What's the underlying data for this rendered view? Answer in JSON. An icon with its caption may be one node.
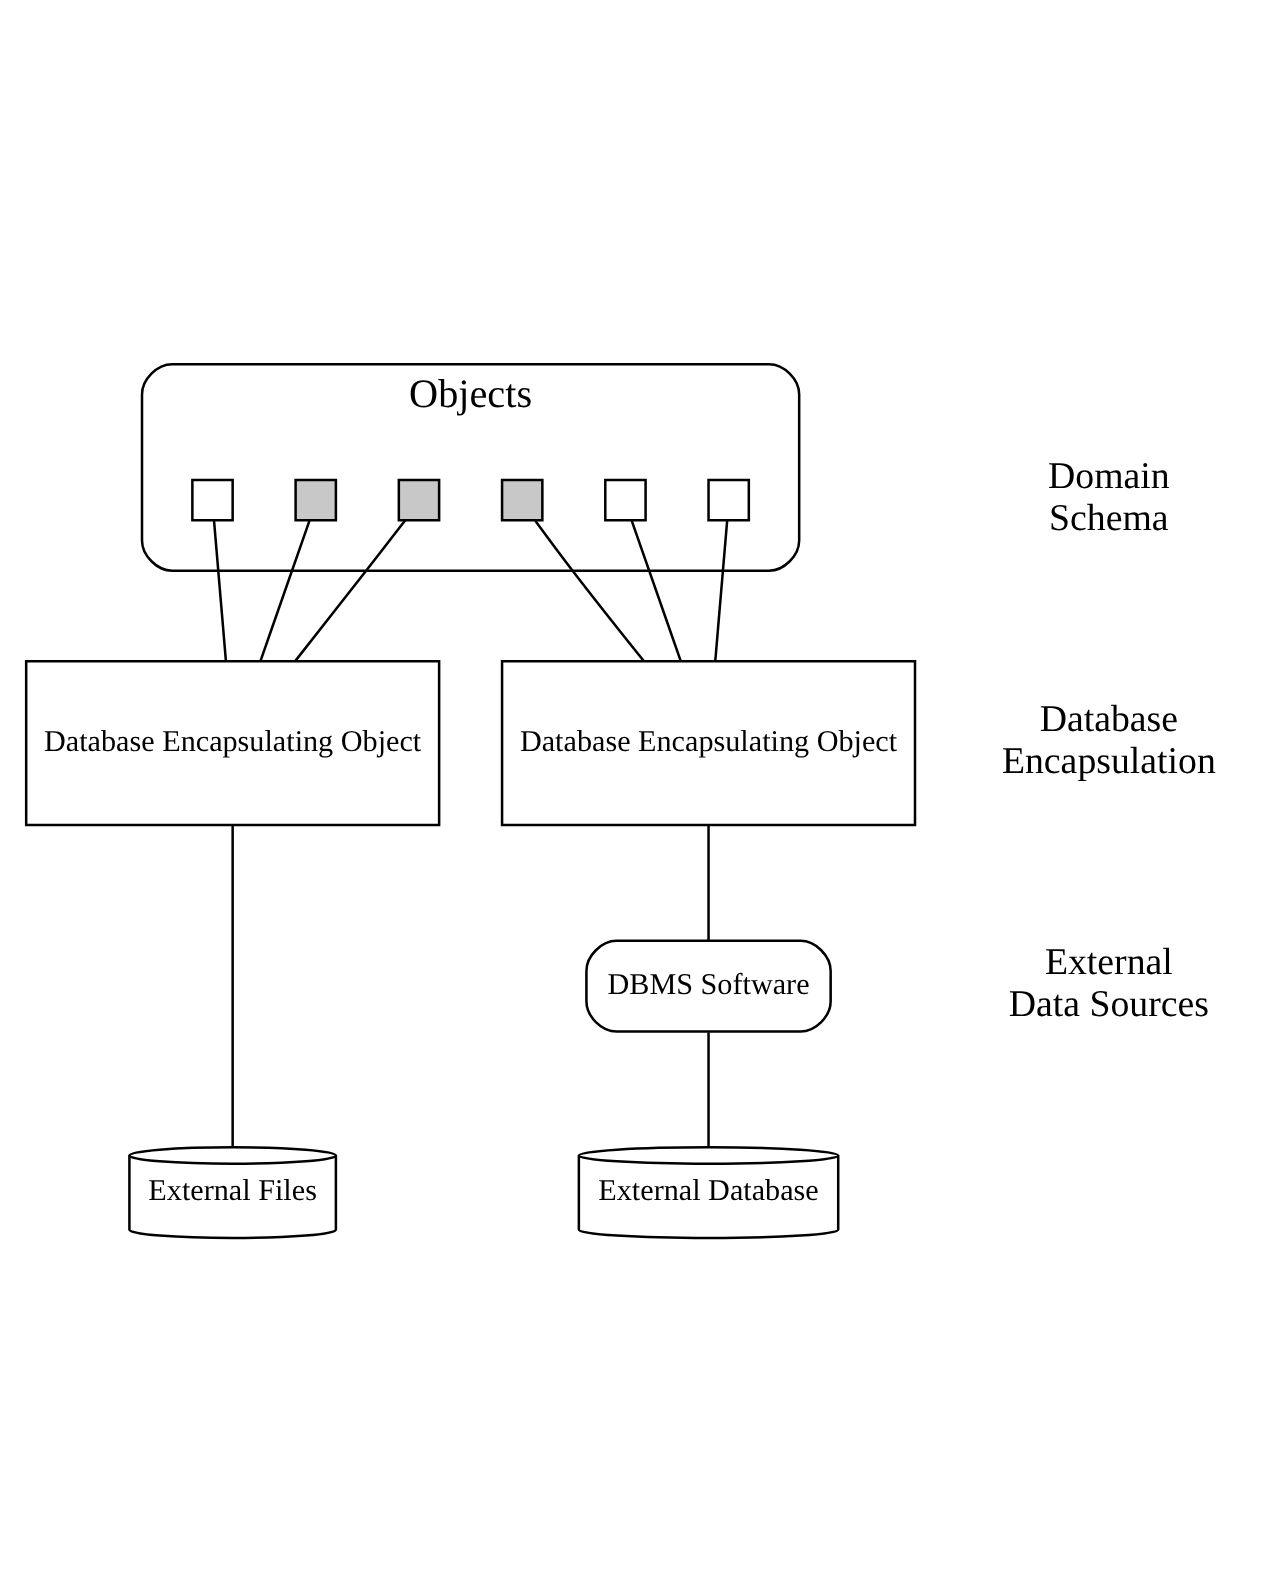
{
  "diagram": {
    "nodes": [
      {
        "text": [
          "Objects"
        ]
      },
      {
        "text": [],
        "shape": "box",
        "in": 0
      },
      {
        "text": [],
        "shape": "box",
        "in": 0
      },
      {
        "text": [],
        "shape": "box",
        "in": 0
      },
      {
        "text": [],
        "shape": "box",
        "in": 0
      },
      {
        "text": [],
        "shape": "box",
        "in": 0
      },
      {
        "text": [],
        "shape": "box",
        "in": 0
      },
      {
        "text": [
          "Database Encapsulating Object"
        ]
      },
      {
        "text": [
          "Database Encapsulating Object"
        ]
      },
      {
        "text": [
          "DBMS Software"
        ]
      },
      {
        "text": [
          "External Files"
        ]
      },
      {
        "text": [
          "External Database"
        ]
      }
    ],
    "edges": [
      {
        "from": 1,
        "to": 7,
        "arrow": "none"
      },
      {
        "from": 2,
        "to": 7,
        "arrow": "none"
      },
      {
        "from": 3,
        "to": 7,
        "arrow": "none"
      },
      {
        "from": 4,
        "to": 8,
        "arrow": "none"
      },
      {
        "from": 5,
        "to": 8,
        "arrow": "none"
      },
      {
        "from": 6,
        "to": 8,
        "arrow": "none"
      },
      {
        "from": 7,
        "to": 10,
        "arrow": "none"
      },
      {
        "from": 8,
        "to": 9,
        "arrow": "none"
      },
      {
        "from": 9,
        "to": 11,
        "arrow": "none"
      }
    ],
    "labels": [
      "Domain Schema",
      "Database Encapsulation",
      "External Data Sources"
    ]
  }
}
